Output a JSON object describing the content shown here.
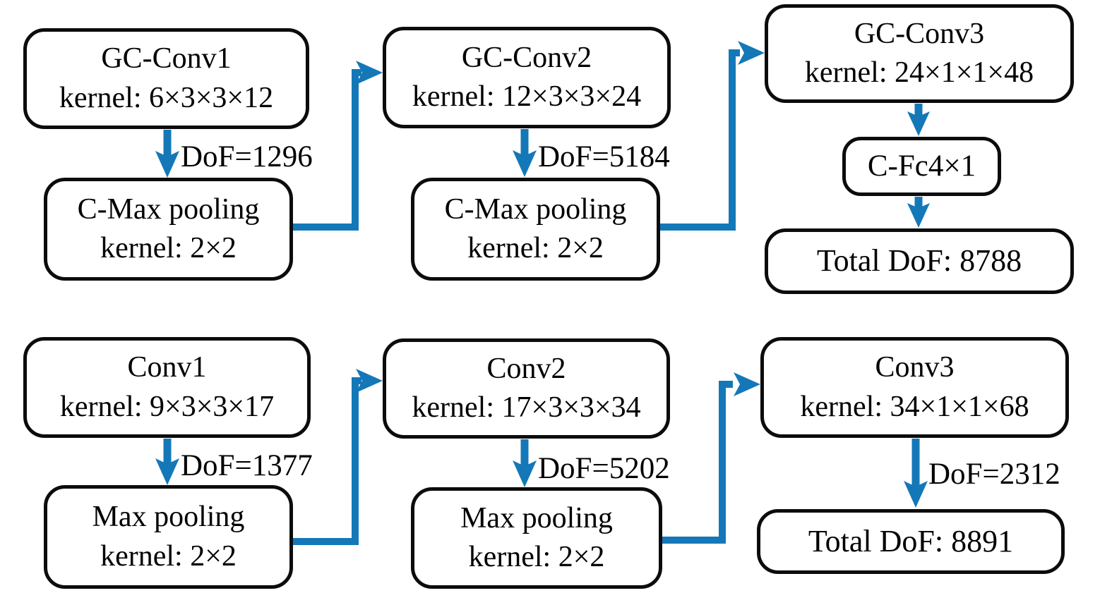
{
  "figure": {
    "type": "flow-diagram",
    "description": "Comparison of two convolutional network architectures with degrees of freedom (DoF) annotations",
    "colors": {
      "arrow": "#1478b8",
      "box_border": "#0c0c0c",
      "box_fill": "#ffffff",
      "text": "#000000"
    },
    "gc": {
      "conv1_title": "GC-Conv1",
      "conv1_kernel": "kernel: 6×3×3×12",
      "dof1": "DoF=1296",
      "pool1_title": "C-Max pooling",
      "pool1_kernel": "kernel: 2×2",
      "conv2_title": "GC-Conv2",
      "conv2_kernel": "kernel: 12×3×3×24",
      "dof2": "DoF=5184",
      "pool2_title": "C-Max pooling",
      "pool2_kernel": "kernel: 2×2",
      "conv3_title": "GC-Conv3",
      "conv3_kernel": "kernel: 24×1×1×48",
      "fc_label": "C-Fc4×1",
      "total_label": "Total DoF: 8788"
    },
    "std": {
      "conv1_title": "Conv1",
      "conv1_kernel": "kernel: 9×3×3×17",
      "dof1": "DoF=1377",
      "pool1_title": "Max pooling",
      "pool1_kernel": "kernel: 2×2",
      "conv2_title": "Conv2",
      "conv2_kernel": "kernel: 17×3×3×34",
      "dof2": "DoF=5202",
      "pool2_title": "Max pooling",
      "pool2_kernel": "kernel: 2×2",
      "conv3_title": "Conv3",
      "conv3_kernel": "kernel: 34×1×1×68",
      "dof3": "DoF=2312",
      "total_label": "Total DoF: 8891"
    }
  }
}
